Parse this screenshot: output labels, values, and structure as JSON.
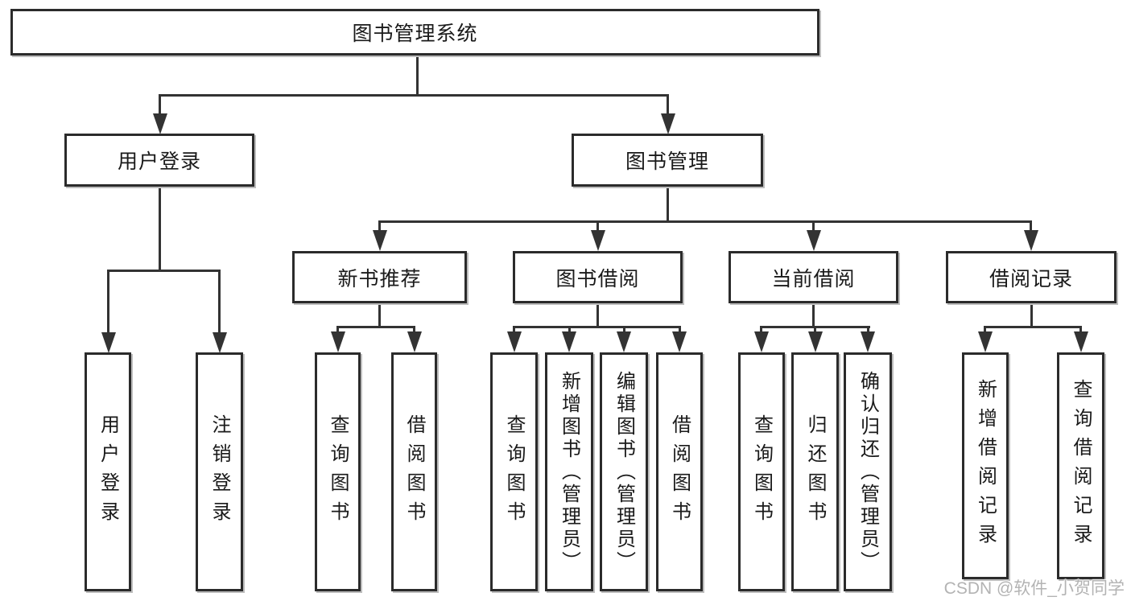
{
  "diagram": {
    "root": {
      "label": "图书管理系统"
    },
    "branches": [
      {
        "label": "用户登录",
        "leaves": [
          {
            "label": "用户登录"
          },
          {
            "label": "注销登录"
          }
        ]
      },
      {
        "label": "图书管理",
        "groups": [
          {
            "label": "新书推荐",
            "leaves": [
              {
                "label": "查询图书"
              },
              {
                "label": "借阅图书"
              }
            ]
          },
          {
            "label": "图书借阅",
            "leaves": [
              {
                "label": "查询图书"
              },
              {
                "label": "新增图书（管理员）"
              },
              {
                "label": "编辑图书（管理员）"
              },
              {
                "label": "借阅图书"
              }
            ]
          },
          {
            "label": "当前借阅",
            "leaves": [
              {
                "label": "查询图书"
              },
              {
                "label": "归还图书"
              },
              {
                "label": "确认归还（管理员）"
              }
            ]
          },
          {
            "label": "借阅记录",
            "leaves": [
              {
                "label": "新增借阅记录"
              },
              {
                "label": "查询借阅记录"
              }
            ]
          }
        ]
      }
    ]
  },
  "watermark": {
    "text": "CSDN @软件_小贺同学"
  },
  "colors": {
    "line": "#333333",
    "box_border": "#2b2b2b",
    "text": "#1a1a1a",
    "background": "#ffffff",
    "watermark": "#b3b3b3",
    "shadow": "#bdbdbd"
  }
}
